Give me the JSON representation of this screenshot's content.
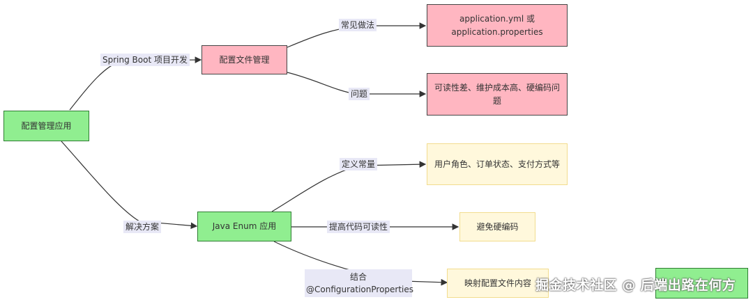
{
  "nodes": {
    "root": "配置管理应用",
    "config_mgmt": "配置文件管理",
    "yml": "application.yml 或 application.properties",
    "problems": "可读性差、维护成本高、硬编码问题",
    "enum_app": "Java Enum 应用",
    "constants": "用户角色、订单状态、支付方式等",
    "avoid_hardcode": "避免硬编码",
    "map_config": "映射配置文件内容",
    "cut_node": ""
  },
  "edges": {
    "spring_boot": "Spring Boot 项目开发",
    "common_practice": "常见做法",
    "issue": "问题",
    "solution": "解决方案",
    "define_constants": "定义常量",
    "readability": "提高代码可读性",
    "combine_line1": "结合",
    "combine_line2": "@ConfigurationProperties"
  },
  "watermark": "掘金技术社区 @ 后端出路在何方",
  "colors": {
    "green": "#90ee90",
    "pink": "#ffb6c1",
    "cream": "#fff8dc",
    "edge_label_bg": "#e8e8f6"
  }
}
